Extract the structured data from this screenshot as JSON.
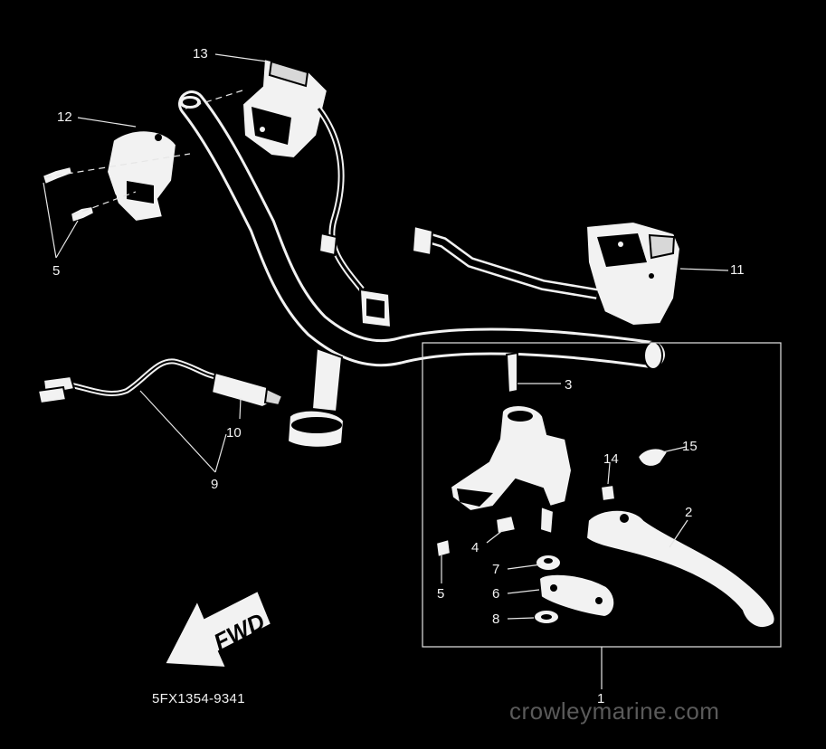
{
  "callouts": {
    "c13": "13",
    "c12": "12",
    "c5a": "5",
    "c11": "11",
    "c3": "3",
    "c14": "14",
    "c15": "15",
    "c2": "2",
    "c10": "10",
    "c9": "9",
    "c4": "4",
    "c7": "7",
    "c5b": "5",
    "c6": "6",
    "c8": "8",
    "c1": "1"
  },
  "fwd_label": "FWD",
  "diagram_code": "5FX1354-9341",
  "watermark": "crowleymarine.com"
}
